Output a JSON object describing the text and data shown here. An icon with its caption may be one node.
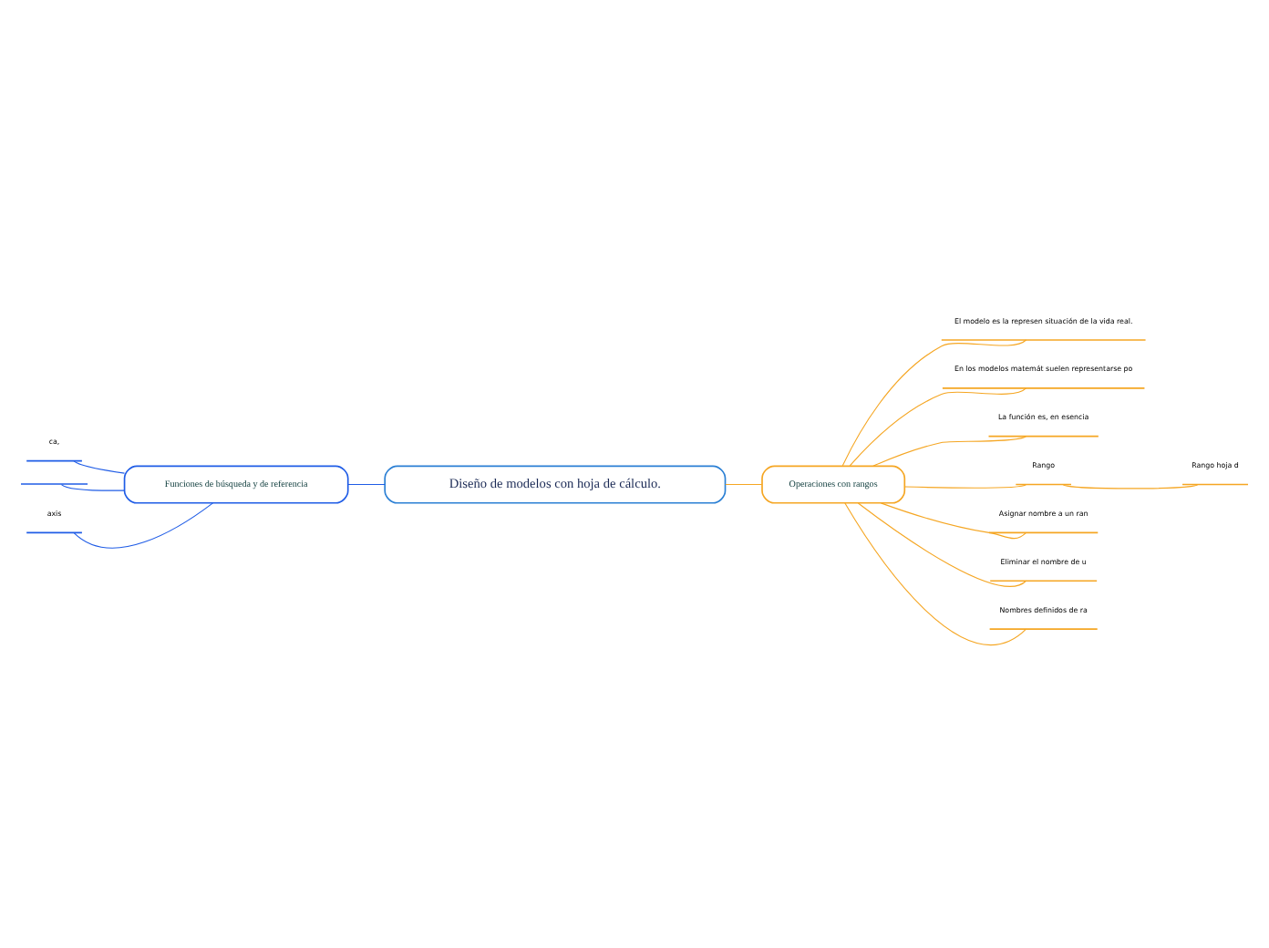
{
  "diagram": {
    "nodes": [
      {
        "text": [
          "Diseño de modelos con hoja de cálculo."
        ]
      },
      {
        "text": [
          "Funciones de búsqueda y de referencia"
        ]
      },
      {
        "text": [
          "ca,"
        ]
      },
      {
        "text": [],
        "shape": "bar"
      },
      {
        "text": [
          "axis"
        ]
      },
      {
        "text": [
          "Operaciones con rangos"
        ]
      },
      {
        "text": [
          "El modelo es la represen situación de la vida real."
        ]
      },
      {
        "text": [
          "En los modelos matemát suelen representarse po"
        ]
      },
      {
        "text": [
          "La función es, en esencia"
        ]
      },
      {
        "text": [
          "Rango"
        ]
      },
      {
        "text": [
          "Rango hoja d"
        ]
      },
      {
        "text": [
          "Asignar nombre a un ran"
        ]
      },
      {
        "text": [
          "Eliminar el nombre de u"
        ]
      },
      {
        "text": [
          "Nombres definidos de ra"
        ]
      }
    ],
    "edges": [
      {
        "from": 0,
        "to": 1,
        "arrow": "none",
        "color": "#1f5ce6"
      },
      {
        "from": 1,
        "to": 2,
        "arrow": "none",
        "color": "#1f5ce6"
      },
      {
        "from": 1,
        "to": 3,
        "arrow": "none",
        "color": "#1f5ce6"
      },
      {
        "from": 1,
        "to": 4,
        "arrow": "none",
        "color": "#1f5ce6"
      },
      {
        "from": 0,
        "to": 5,
        "arrow": "none",
        "color": "#f5a623"
      },
      {
        "from": 5,
        "to": 6,
        "arrow": "none",
        "color": "#f5a623"
      },
      {
        "from": 5,
        "to": 7,
        "arrow": "none",
        "color": "#f5a623"
      },
      {
        "from": 5,
        "to": 8,
        "arrow": "none",
        "color": "#f5a623"
      },
      {
        "from": 5,
        "to": 9,
        "arrow": "none",
        "color": "#f5a623"
      },
      {
        "from": 9,
        "to": 10,
        "arrow": "none",
        "color": "#f5a623"
      },
      {
        "from": 5,
        "to": 11,
        "arrow": "none",
        "color": "#f5a623"
      },
      {
        "from": 5,
        "to": 12,
        "arrow": "none",
        "color": "#f5a623"
      },
      {
        "from": 5,
        "to": 13,
        "arrow": "none",
        "color": "#f5a623"
      }
    ]
  }
}
